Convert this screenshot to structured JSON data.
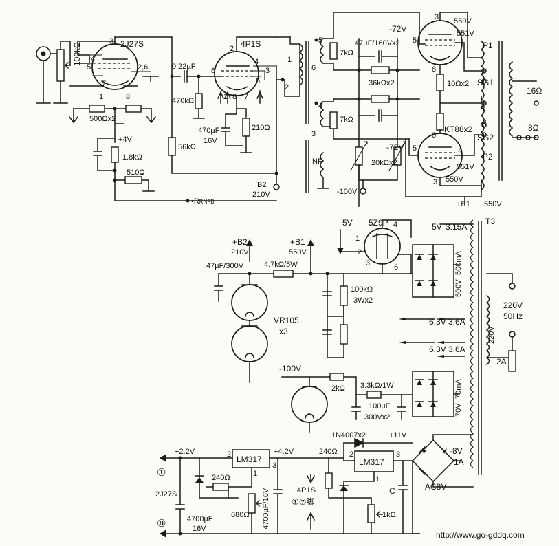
{
  "watermark": "http://www.go-gddq.com",
  "tubes": {
    "v1": "2J27S",
    "v2": "4P1S",
    "output": "KT88x2",
    "rect": "5Z9P",
    "vr": "VR105",
    "vr_count": "x3"
  },
  "pins": {
    "v1_a": "3",
    "v1_b": "4",
    "v1_c": "5",
    "v1_d": "7",
    "v1_e": "2,6",
    "v1_f": "1",
    "v1_g": "8",
    "v2_a": "2",
    "v2_b": "6",
    "v2_c": "4",
    "v2_d": "3",
    "v2_e": "5",
    "v2_f": "1",
    "v2_g": "8",
    "v2_h": "7",
    "t_a": "5",
    "t_b": "6",
    "t_c": "4",
    "t_d": "3",
    "t_e": "1",
    "t_f": "2",
    "o_a": "3",
    "o_b": "5",
    "o_c": "8",
    "o_d": "8",
    "o_e": "5",
    "o_f": "4",
    "o_g": "3",
    "o_h": "4",
    "r_a": "4",
    "r_b": "1",
    "r_c": "2",
    "r_d": "3",
    "r_e": "6",
    "reg1_in": "2",
    "reg1_out": "3",
    "reg1_adj": "1",
    "reg2_in": "2",
    "reg2_out": "3",
    "reg2_adj": "1"
  },
  "components": {
    "vol": "100kΩ",
    "cathode_r": "500Ωx2",
    "c_couple": "0.22µF",
    "r_grid": "470kΩ",
    "c_cath": "470µF",
    "c_cath_v": "16V",
    "r_cath2": "210Ω",
    "r_1k8": "1.8kΩ",
    "r_510": "510Ω",
    "r_56k": "56kΩ",
    "rnfb": "RNFB",
    "b2_label": "B2",
    "b2_v": "210V",
    "r7k_top": "7kΩ",
    "r7k_bot": "7kΩ",
    "c47": "47µF/160Vx2",
    "r36k": "36kΩx2",
    "r20k": "20kΩx2",
    "v_neg100": "-100V",
    "nf": "NF",
    "v_neg72_top": "-72V",
    "v_neg72_bot": "-72V",
    "v550_top": "550V",
    "v551_top": "551V",
    "v551_bot": "551V",
    "v550_bot": "550V",
    "r10": "10Ωx2",
    "p1": "P1",
    "sg1": "SG1",
    "b": "B",
    "sg2": "SG2",
    "p2": "P2",
    "ohm16": "16Ω",
    "ohm8": "8Ω",
    "b1_out": "+B1",
    "b1_out_v": "550V",
    "v4": "+4V"
  },
  "psu": {
    "b2": "+B2",
    "b2_v": "210V",
    "b1": "+B1",
    "b1_v": "550V",
    "c47_300": "47µF/300V",
    "r47k": "4.7kΩ/5W",
    "r100k": "100kΩ",
    "r100k_b": "3Wx2",
    "v5": "5V",
    "t3": "T3",
    "w_5v": "5V",
    "w_5v_a": "3.15A",
    "w_500": "500V",
    "w_500_a": "500mA",
    "w_63a": "6.3V",
    "w_63a_a": "3.6A",
    "w_63b": "6.3V",
    "w_63b_a": "3.6A",
    "w_220": "220V",
    "mains": "220V",
    "mains_f": "50Hz",
    "fuse": "2A",
    "neg100": "-100V",
    "r2k": "2kΩ",
    "r33k": "3.3kΩ/1W",
    "c100": "100µF",
    "c100_v": "300Vx2",
    "w_70": "70V",
    "w_70_a": "70mA",
    "diodes": "1N4007x2",
    "v11": "+11V",
    "v22": "+2.2V",
    "v42": "+4.2V",
    "r240a": "240Ω",
    "r240b": "240Ω",
    "reg1": "LM317",
    "reg2": "LM317",
    "neg8": "-8V",
    "neg8_a": "1A",
    "ac8": "AC8V",
    "heater_tube": "2J27S",
    "c4700a": "4700µF",
    "c4700a_v": "16V",
    "r680": "680Ω",
    "c4700b": "4700µF/16V",
    "heater_tube2": "4P1S",
    "pins_label": "①⑦脚",
    "r1k": "1kΩ",
    "cap_c": "C",
    "pin1": "①",
    "pin8": "⑧"
  }
}
